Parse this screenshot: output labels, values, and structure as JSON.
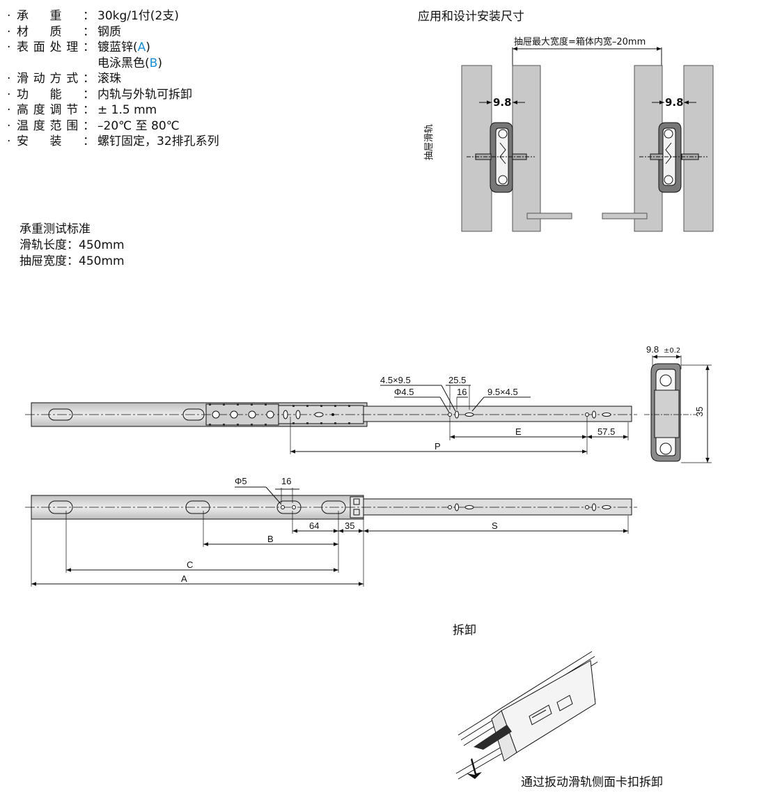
{
  "specs": [
    {
      "label_chars": [
        "承",
        "重"
      ],
      "value": "30kg/1付(2支)"
    },
    {
      "label_chars": [
        "材",
        "质"
      ],
      "value": "钢质"
    },
    {
      "label_chars": [
        "表",
        "面",
        "处",
        "理"
      ],
      "value_pre": "镀蓝锌(",
      "value_code": "A",
      "value_post": ")"
    },
    {
      "continuation": true,
      "value_pre": "电泳黑色(",
      "value_code": "B",
      "value_post": ")"
    },
    {
      "label_chars": [
        "滑",
        "动",
        "方",
        "式"
      ],
      "value": "滚珠"
    },
    {
      "label_chars": [
        "功",
        "能"
      ],
      "value": "内轨与外轨可拆卸"
    },
    {
      "label_chars": [
        "高",
        "度",
        "调",
        "节"
      ],
      "value": "± 1.5 mm"
    },
    {
      "label_chars": [
        "温",
        "度",
        "范",
        "围"
      ],
      "value": "–20℃ 至 80℃"
    },
    {
      "label_chars": [
        "安",
        "装"
      ],
      "value": "螺钉固定，32排孔系列"
    }
  ],
  "bullet": "·",
  "colon": "：",
  "test": {
    "title": "承重测试标准",
    "rail_length": "滑轨长度：450mm",
    "drawer_width": "抽屉宽度：450mm"
  },
  "install": {
    "title": "应用和设计安装尺寸",
    "width_note": "抽屉最大宽度=箱体内宽–20mm",
    "side_label": "抽屉滑轨",
    "gap_left": "9.8",
    "gap_right": "9.8"
  },
  "section": {
    "width": "9.8",
    "tol": "±0.2",
    "height": "35"
  },
  "inner_rail_dims": {
    "slot1": "4.5×9.5",
    "hole1": "Φ4.5",
    "d255": "25.5",
    "d16": "16",
    "slot2": "9.5×4.5",
    "E": "E",
    "d575": "57.5",
    "P": "P"
  },
  "outer_rail_dims": {
    "phi5": "Φ5",
    "d16": "16",
    "d64": "64",
    "d35": "35",
    "S": "S",
    "B": "B",
    "C": "C",
    "A": "A"
  },
  "detach": {
    "title": "拆卸",
    "caption": "通过扳动滑轨侧面卡扣拆卸"
  },
  "colors": {
    "line": "#111111",
    "rail_fill": "#d9d9d9",
    "cabinet_fill": "#c8c8c8",
    "accent": "#1a8fd6"
  }
}
